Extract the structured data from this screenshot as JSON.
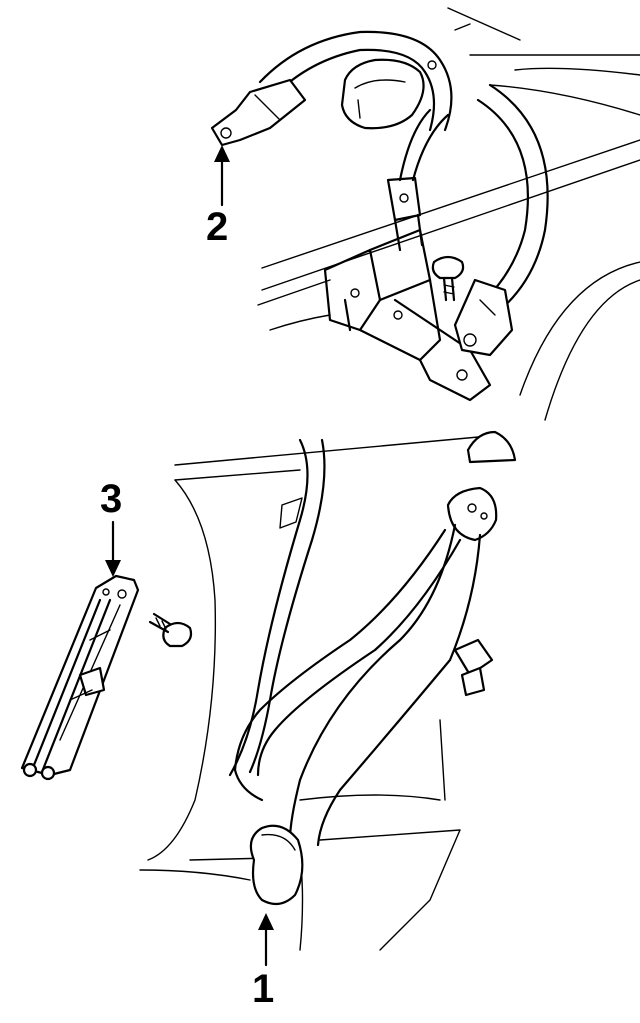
{
  "diagram": {
    "callouts": [
      {
        "id": "1",
        "label": "1"
      },
      {
        "id": "2",
        "label": "2"
      },
      {
        "id": "3",
        "label": "3"
      }
    ]
  }
}
